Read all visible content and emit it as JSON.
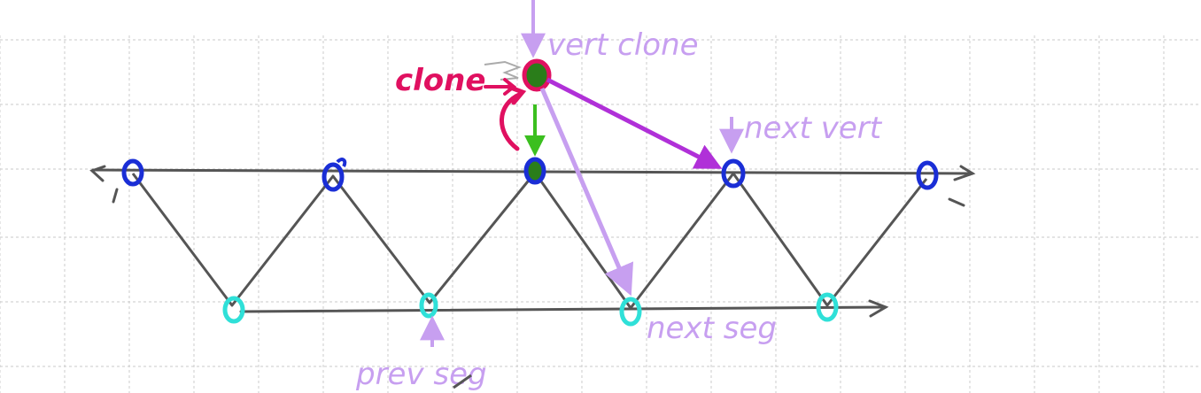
{
  "colors": {
    "grid": "#d4d4d4",
    "edge": "#555555",
    "top_vertex": "#1a2ed6",
    "bottom_vertex": "#2fe0d8",
    "clone": "#e01060",
    "clone_fill": "#2a7d1a",
    "pointer_green": "#3bbf1f",
    "pointer_violet": "#b36be6",
    "pointer_magenta": "#b030d8",
    "label_violet": "#c79ff0"
  },
  "labels": {
    "clone": "clone",
    "vert_clone": "vert clone",
    "next_vert": "next vert",
    "next_seg": "next seg",
    "prev_seg": "prev seg"
  }
}
